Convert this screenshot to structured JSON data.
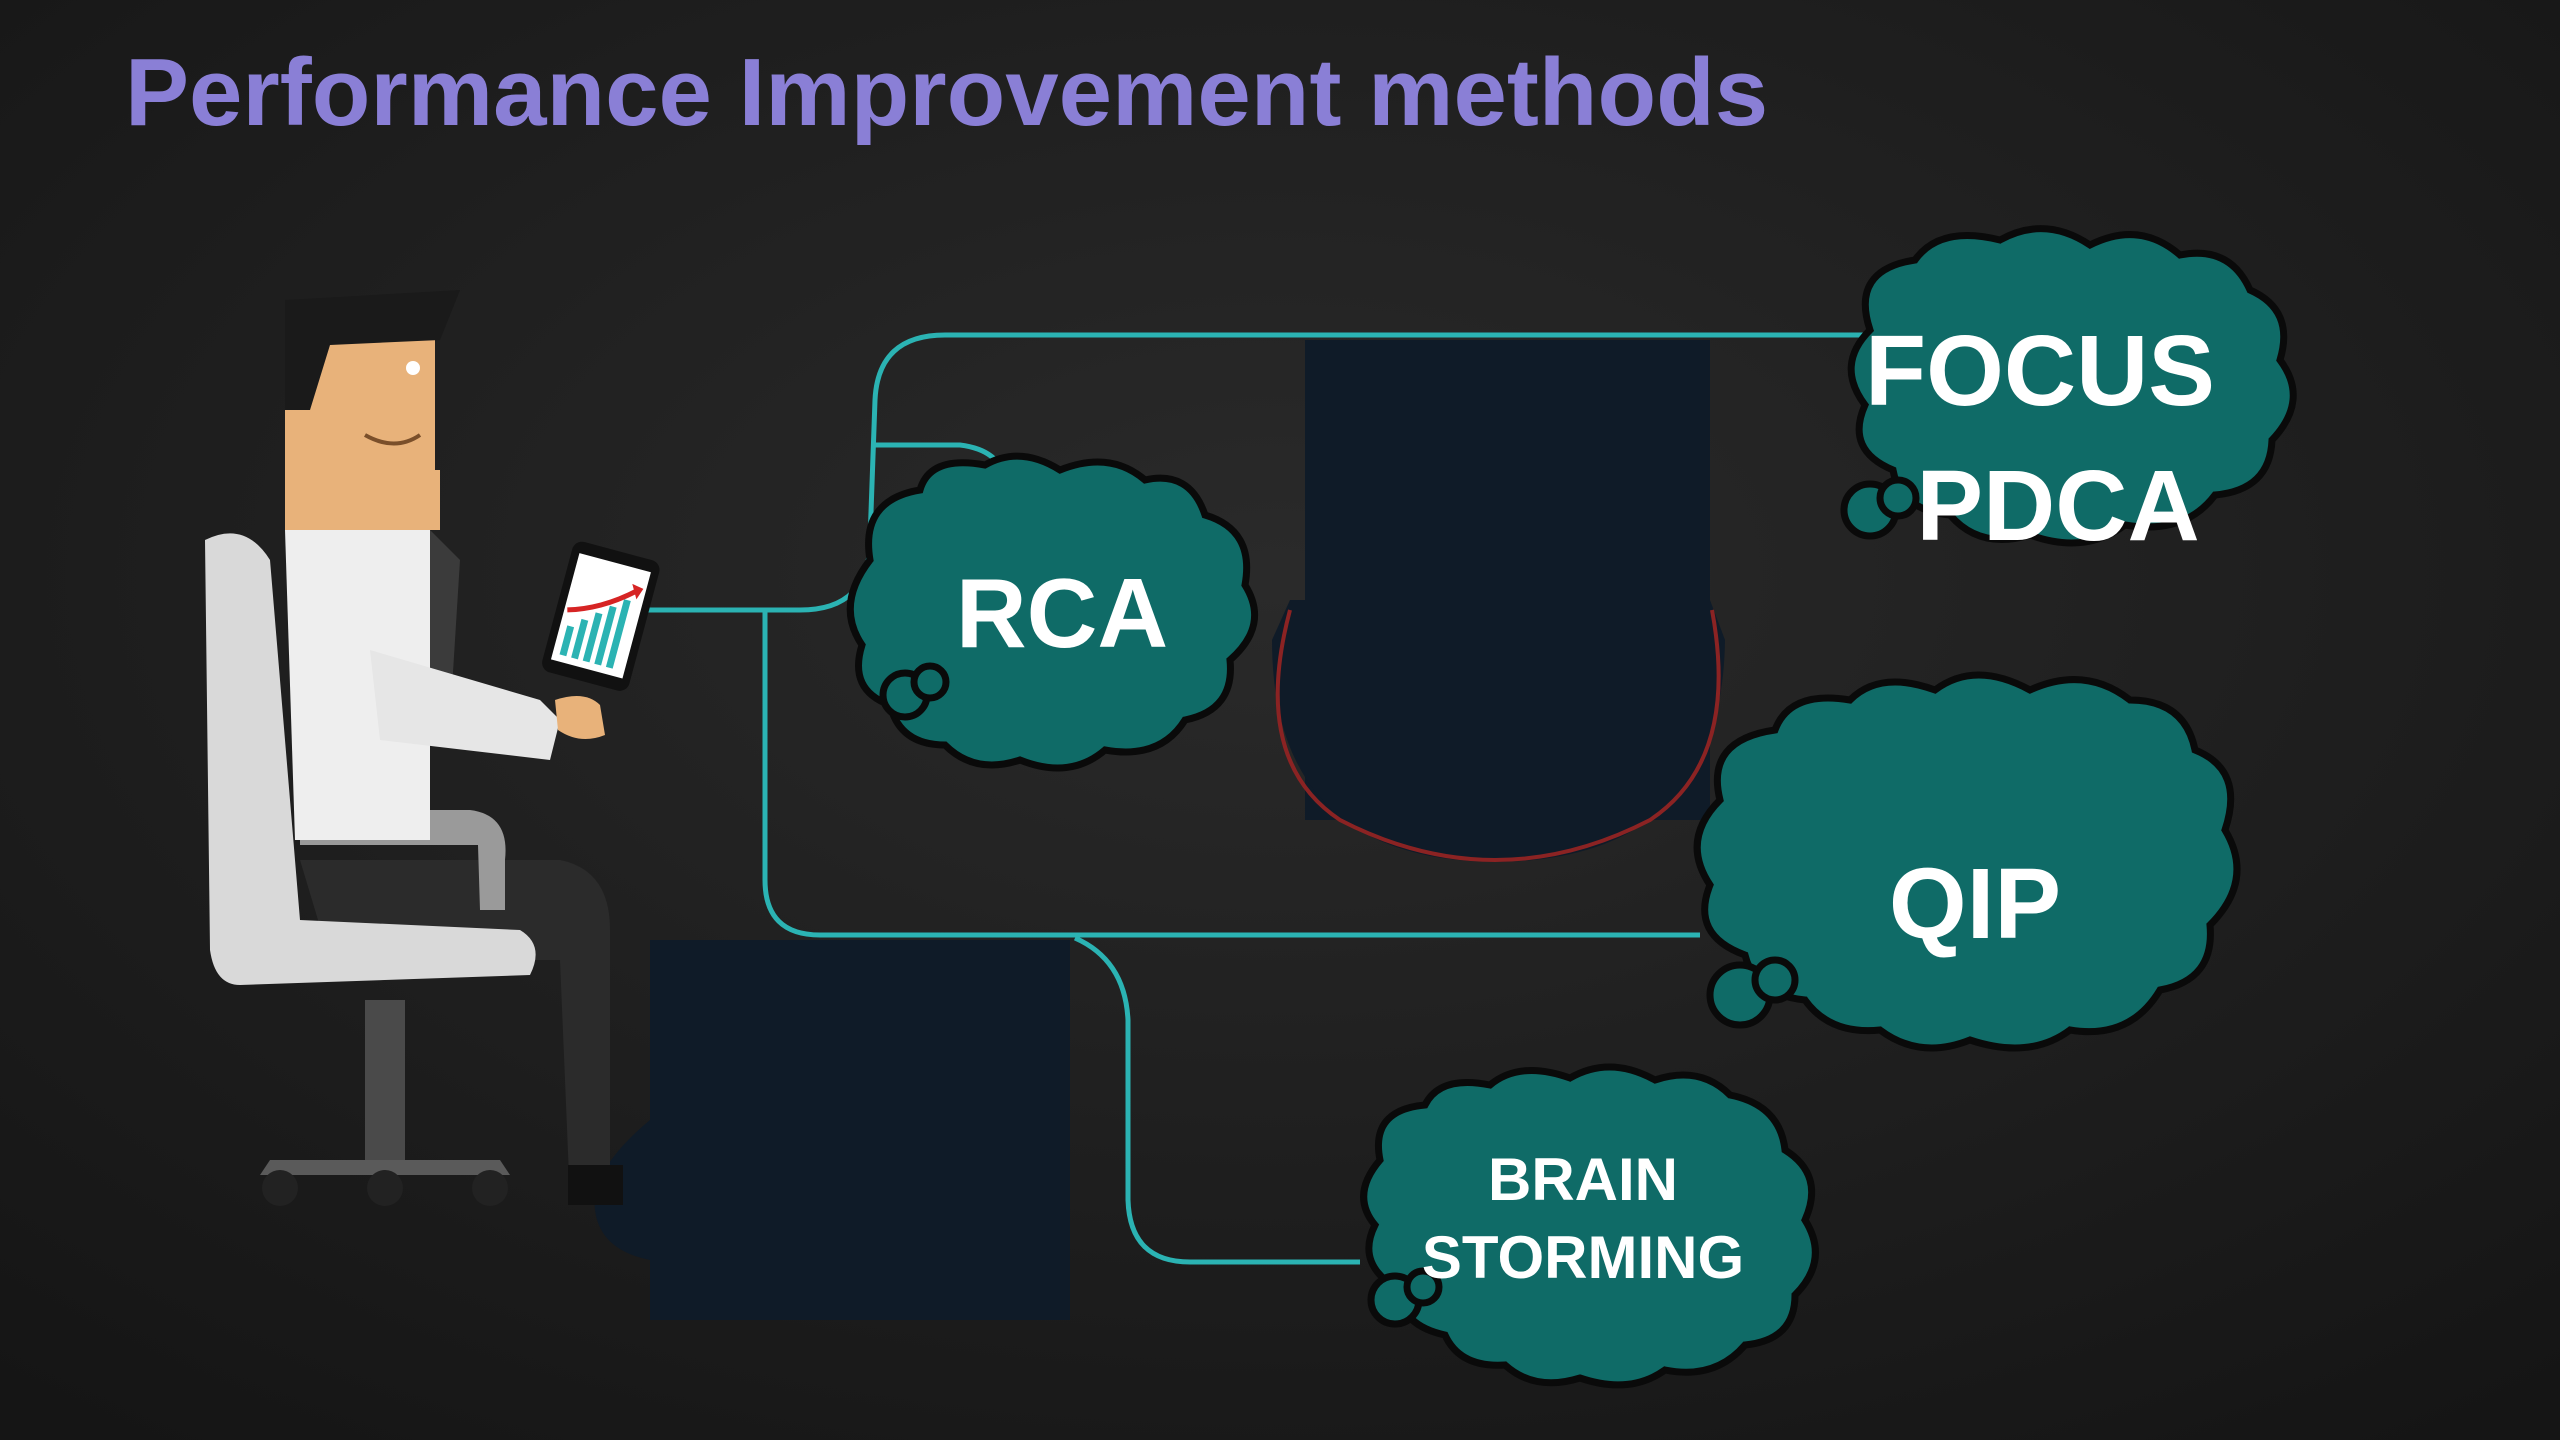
{
  "title": "Performance Improvement methods",
  "colors": {
    "title": "#8a7fd6",
    "background": "#1c1c1c",
    "connector": "#2bb3b3",
    "cloud_fill": "#0f6b67",
    "panel": "#0f1b28",
    "accent_red": "#8b2323"
  },
  "figure": {
    "name": "businessman-seated-with-tablet",
    "icon": "tablet-chart-icon"
  },
  "methods": {
    "rca": "RCA",
    "focus_line1": "FOCUS",
    "focus_line2": "PDCA",
    "qip": "QIP",
    "brain_line1": "BRAIN",
    "brain_line2": "STORMING"
  }
}
